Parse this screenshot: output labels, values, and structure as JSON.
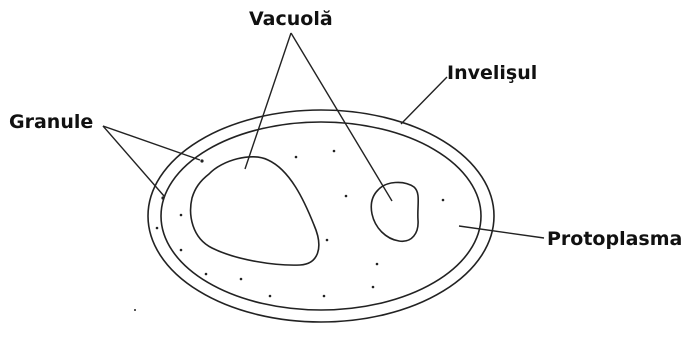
{
  "labels": {
    "vacuole": "Vacuolă",
    "envelope": "Invelişul",
    "granules": "Granule",
    "protoplasm": "Protoplasma"
  }
}
